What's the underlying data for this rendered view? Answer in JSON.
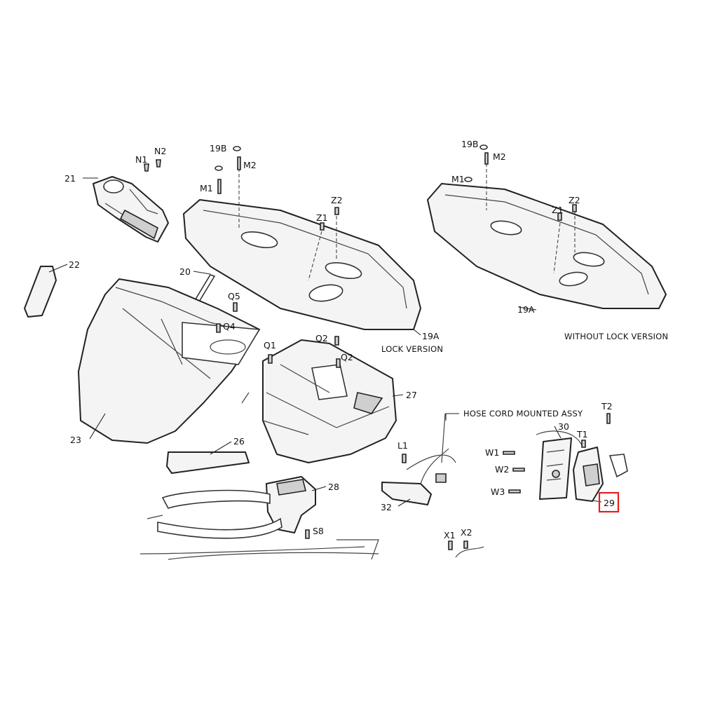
{
  "labels": {
    "n1": "N1",
    "n2": "N2",
    "l21": "21",
    "l22": "22",
    "l20": "20",
    "l19b_a": "19B",
    "m2_a": "M2",
    "m1_a": "M1",
    "z2_a": "Z2",
    "z1_a": "Z1",
    "l19a_a": "19A",
    "q5": "Q5",
    "q4": "Q4",
    "q1": "Q1",
    "q2_a": "Q2",
    "q2_b": "Q2",
    "l27": "27",
    "l23": "23",
    "l26": "26",
    "l28": "28",
    "s8": "S8",
    "l19b_b": "19B",
    "m2_b": "M2",
    "m1_b": "M1",
    "z2_b": "Z2",
    "z1_b": "Z1",
    "l19a_b": "19A",
    "t2": "T2",
    "t1": "T1",
    "l30": "30",
    "w1": "W1",
    "w2": "W2",
    "w3": "W3",
    "l29": "29",
    "l1": "L1",
    "l32": "32",
    "x1": "X1",
    "x2": "X2"
  },
  "notes": {
    "lock_version": "LOCK VERSION",
    "without_lock_version": "WITHOUT LOCK VERSION",
    "hose_cord": "HOSE CORD MOUNTED ASSY"
  },
  "highlight": {
    "label": "29",
    "color": "#e02020"
  }
}
